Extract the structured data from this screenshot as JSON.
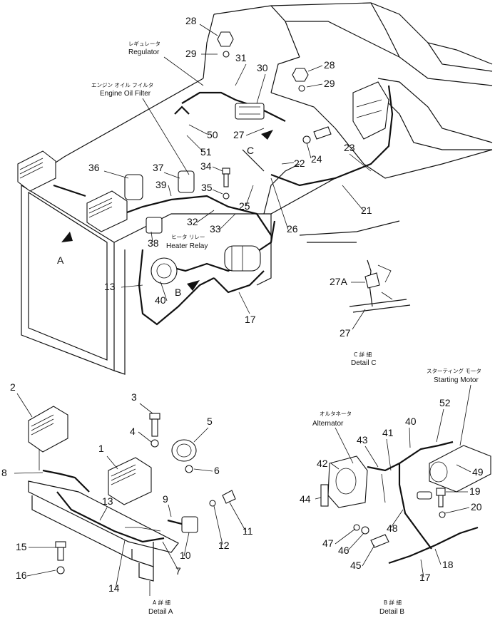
{
  "labels": {
    "regulator_jp": "レギュレータ",
    "regulator": "Regulator",
    "oil_filter_jp": "エンジン オイル フイルタ",
    "oil_filter": "Engine Oil Filter",
    "heater_relay_jp": "ヒータ リレー",
    "heater_relay": "Heater Relay",
    "alternator_jp": "オルタネータ",
    "alternator": "Alternator",
    "starting_motor_jp": "スターティング モータ",
    "starting_motor": "Starting Motor",
    "detail_a_jp": "A 詳 細",
    "detail_a": "Detail A",
    "detail_b_jp": "B 詳 細",
    "detail_b": "Detail B",
    "detail_c_jp": "C 詳 細",
    "detail_c": "Detail C",
    "view_a": "A",
    "view_b": "B",
    "view_c": "C"
  },
  "callouts": {
    "n1": "1",
    "n2": "2",
    "n3": "3",
    "n4": "4",
    "n5": "5",
    "n6": "6",
    "n7": "7",
    "n8": "8",
    "n9": "9",
    "n10": "10",
    "n11": "11",
    "n12": "12",
    "n13": "13",
    "n13b": "13",
    "n14": "14",
    "n15": "15",
    "n16": "16",
    "n17": "17",
    "n17b": "17",
    "n18": "18",
    "n19": "19",
    "n20": "20",
    "n21": "21",
    "n22": "22",
    "n23": "23",
    "n24": "24",
    "n25": "25",
    "n26": "26",
    "n27": "27",
    "n27b": "27",
    "n27a": "27A",
    "n28": "28",
    "n28b": "28",
    "n29": "29",
    "n29b": "29",
    "n30": "30",
    "n31": "31",
    "n32": "32",
    "n33": "33",
    "n34": "34",
    "n35": "35",
    "n36": "36",
    "n37": "37",
    "n38": "38",
    "n39": "39",
    "n40": "40",
    "n40b": "40",
    "n41": "41",
    "n42": "42",
    "n43": "43",
    "n44": "44",
    "n45": "45",
    "n46": "46",
    "n47": "47",
    "n48": "48",
    "n49": "49",
    "n50": "50",
    "n51": "51",
    "n52": "52"
  }
}
